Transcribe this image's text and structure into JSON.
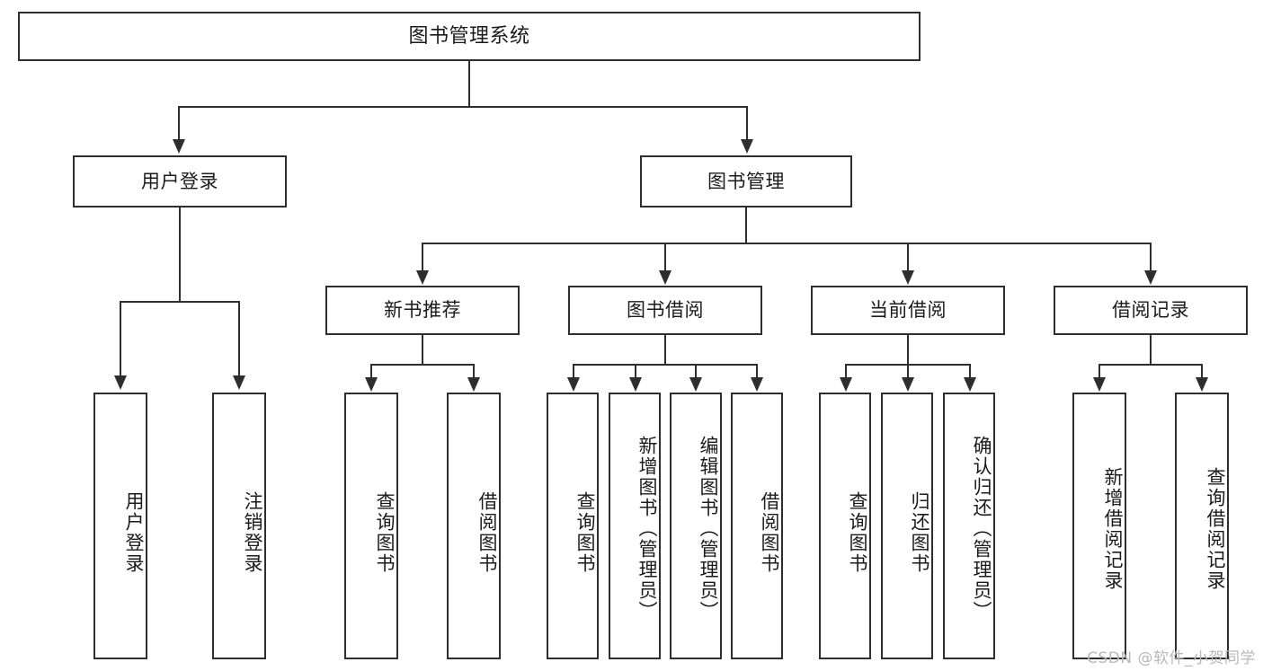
{
  "diagram": {
    "title": "图书管理系统",
    "watermark": "CSDN @软件_小贺同学",
    "line_color": "#2e2e2e",
    "box_fill": "#ffffff",
    "text_color": "#1b1b1b",
    "watermark_color": "#b9b9b9"
  },
  "root": {
    "label": "图书管理系统"
  },
  "level2": [
    {
      "label": "用户登录"
    },
    {
      "label": "图书管理"
    }
  ],
  "level3": [
    {
      "label": "新书推荐"
    },
    {
      "label": "图书借阅"
    },
    {
      "label": "当前借阅"
    },
    {
      "label": "借阅记录"
    }
  ],
  "leaves": {
    "user_login": [
      {
        "label": "用户登录"
      },
      {
        "label": "注销登录"
      }
    ],
    "new_book": [
      {
        "label": "查询图书"
      },
      {
        "label": "借阅图书"
      }
    ],
    "book_borrow": [
      {
        "label": "查询图书"
      },
      {
        "label": "新增图书（管理员）"
      },
      {
        "label": "编辑图书（管理员）"
      },
      {
        "label": "借阅图书"
      }
    ],
    "current_borrow": [
      {
        "label": "查询图书"
      },
      {
        "label": "归还图书"
      },
      {
        "label": "确认归还（管理员）"
      }
    ],
    "borrow_record": [
      {
        "label": "新增借阅记录"
      },
      {
        "label": "查询借阅记录"
      }
    ]
  }
}
